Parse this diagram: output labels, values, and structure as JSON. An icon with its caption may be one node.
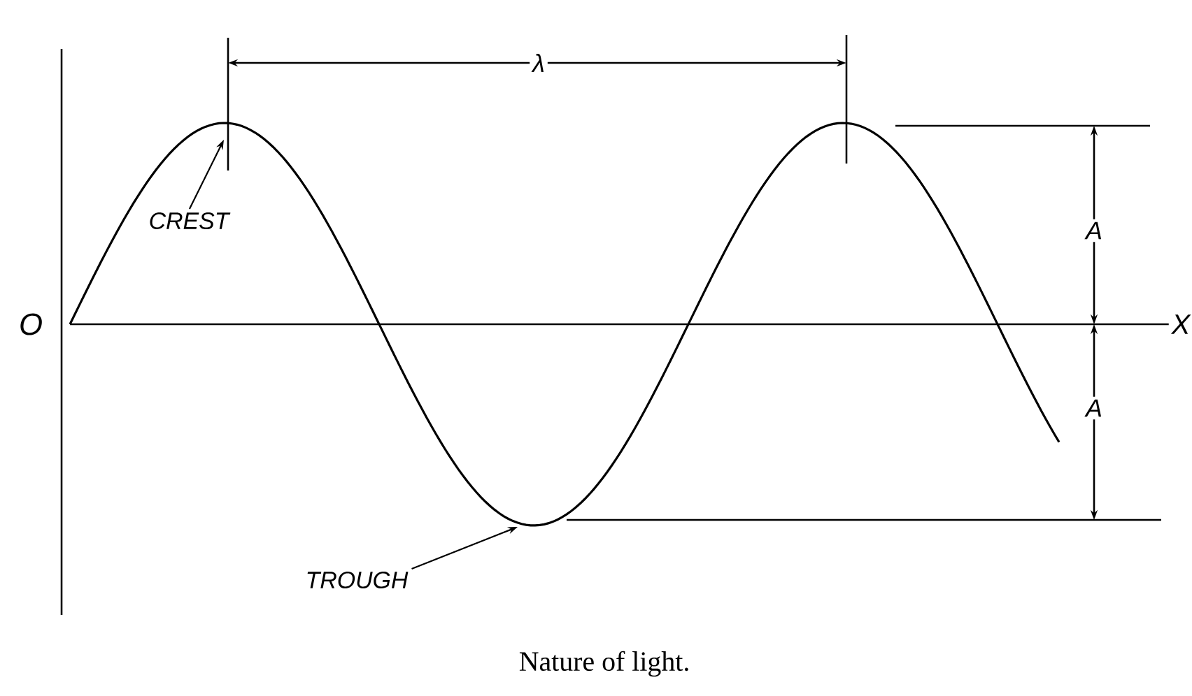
{
  "diagram": {
    "caption": "Nature of light.",
    "nodes": [
      {
        "text": [
          "CREST"
        ]
      },
      {
        "text": [
          "TROUGH"
        ]
      }
    ],
    "edges": [
      {
        "from": 0,
        "to": null,
        "arrow": "to"
      },
      {
        "from": 1,
        "to": null,
        "arrow": "to"
      }
    ],
    "labels": [
      "λ",
      "A",
      "O",
      "X",
      "A"
    ]
  }
}
